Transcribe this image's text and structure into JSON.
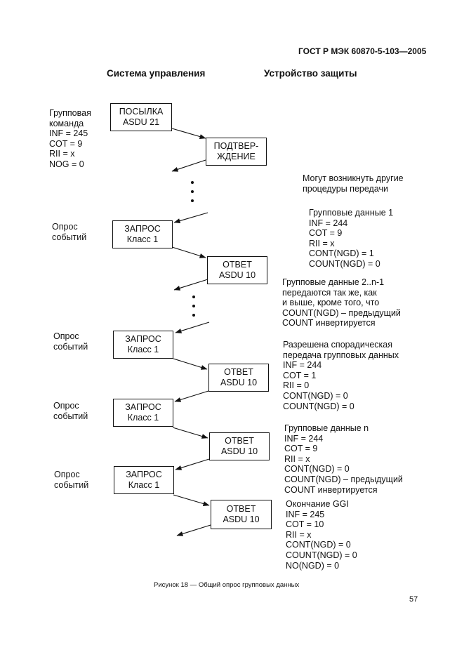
{
  "header": {
    "standard": "ГОСТ Р МЭК 60870-5-103—2005"
  },
  "columns": {
    "left": "Система управления",
    "right": "Устройство защиты"
  },
  "boxes": {
    "b1": [
      "ПОСЫЛКА",
      "ASDU 21"
    ],
    "b2": [
      "ПОДТВЕР-",
      "ЖДЕНИЕ"
    ],
    "b3": [
      "ЗАПРОС",
      "Класс 1"
    ],
    "b4": [
      "ОТВЕТ",
      "ASDU 10"
    ],
    "b5": [
      "ЗАПРОС",
      "Класс 1"
    ],
    "b6": [
      "ОТВЕТ",
      "ASDU 10"
    ],
    "b7": [
      "ЗАПРОС",
      "Класс 1"
    ],
    "b8": [
      "ОТВЕТ",
      "ASDU 10"
    ],
    "b9": [
      "ЗАПРОС",
      "Класс 1"
    ],
    "b10": [
      "ОТВЕТ",
      "ASDU 10"
    ]
  },
  "left_notes": {
    "n1": [
      "Групповая",
      "команда",
      "INF = 245",
      "COT = 9",
      "RII = x",
      "NOG = 0"
    ],
    "n2": [
      "Опрос",
      "событий"
    ],
    "n3": [
      "Опрос",
      "событий"
    ],
    "n4": [
      "Опрос",
      "событий"
    ],
    "n5": [
      "Опрос",
      "событий"
    ]
  },
  "right_notes": {
    "r1": [
      "Могут возникнуть другие",
      "процедуры передачи"
    ],
    "r2": [
      "Групповые данные 1",
      "INF = 244",
      "COT = 9",
      "RII = x",
      "CONT(NGD) = 1",
      "COUNT(NGD) = 0"
    ],
    "r3": [
      "Групповые данные 2..n-1",
      "передаются так же, как",
      "и выше, кроме того, что",
      "COUNT(NGD) – предыдущий",
      "COUNT инвертируется"
    ],
    "r4": [
      "Разрешена спорадическая",
      "передача групповых данных",
      "INF = 244",
      "COT = 1",
      "RII = 0",
      "CONT(NGD) = 0",
      "COUNT(NGD) = 0"
    ],
    "r5": [
      "Групповые данные n",
      "INF = 244",
      "COT = 9",
      "RII = x",
      "CONT(NGD) = 0",
      "COUNT(NGD) – предыдущий",
      "COUNT инвертируется"
    ],
    "r6": [
      "Окончание GGI",
      "INF = 245",
      "COT = 10",
      "RII = x",
      "CONT(NGD) = 0",
      "COUNT(NGD) = 0",
      "NO(NGD) = 0"
    ]
  },
  "caption": "Рисунок 18 — Общий опрос групповых данных",
  "page_number": "57"
}
